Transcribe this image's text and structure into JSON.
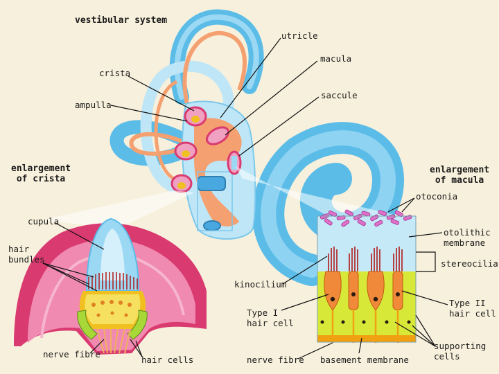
{
  "labels": {
    "vestibular_system": "vestibular system",
    "utricle": "utricle",
    "macula": "macula",
    "crista": "crista",
    "ampulla": "ampulla",
    "saccule": "saccule",
    "enlargement_of_crista": "enlargement\nof crista",
    "enlargement_of_macula": "enlargement\nof macula",
    "otoconia": "otoconia",
    "otolithic_membrane": "otolithic\nmembrane",
    "stereocilia": "stereocilia",
    "cupula": "cupula",
    "hair_bundles": "hair\nbundles",
    "kinocilium": "kinocilium",
    "type_i_hair_cell": "Type I\nhair cell",
    "type_ii_hair_cell": "Type II\nhair cell",
    "supporting_cells": "supporting\ncells",
    "nerve_fibre_left": "nerve fibre",
    "hair_cells": "hair cells",
    "nerve_fibre_right": "nerve fibre",
    "basement_membrane": "basement membrane"
  },
  "colors": {
    "background": "#f7f0dc",
    "canal_blue": "#5bbce8",
    "light_blue": "#bfe6f7",
    "membranous_orange": "#f4a070",
    "crista_pink": "#d93a70",
    "otoconia_pink": "#e070c8",
    "hair_red": "#b01818",
    "support_yellow": "#d8e838",
    "nerve_orange": "#f0a010",
    "cell_orange": "#f08a3a"
  }
}
